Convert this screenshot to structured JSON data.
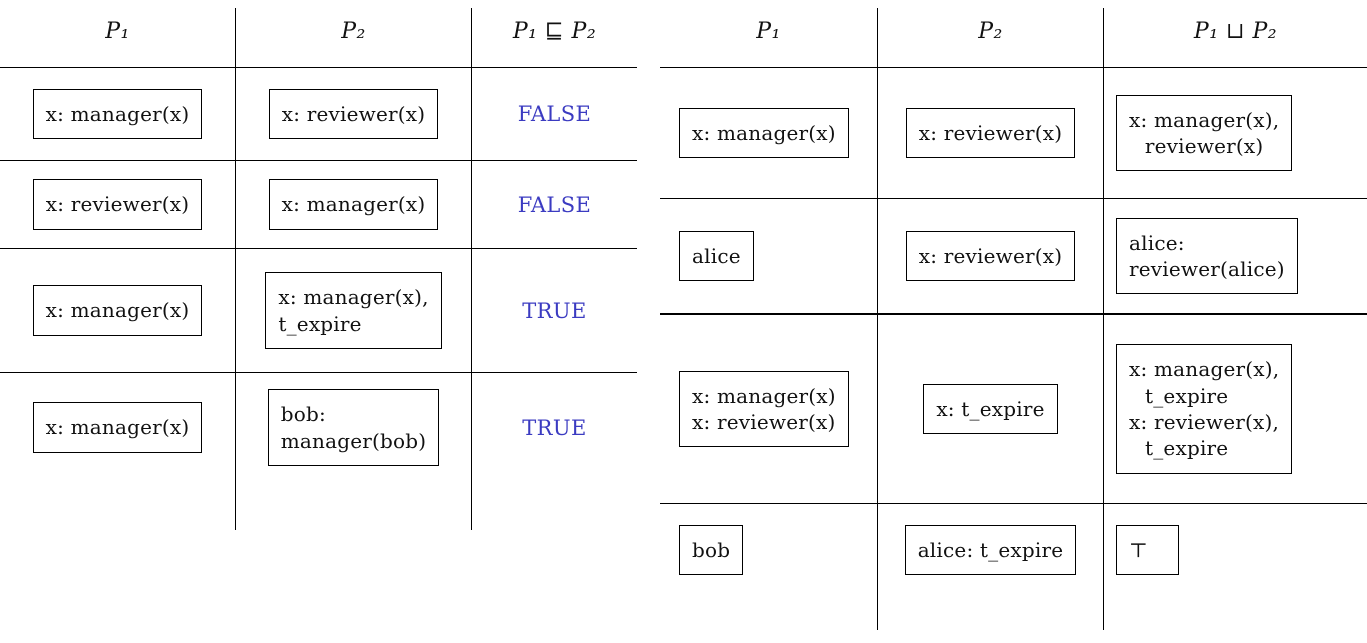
{
  "colors": {
    "verdict_blue": "#3b3bc1",
    "rule_black": "#000000"
  },
  "subsumption_table": {
    "headers": {
      "p1": "P₁",
      "p2": "P₂",
      "op": "P₁ ⊑ P₂"
    },
    "rows": [
      {
        "p1": [
          "x: manager(x)"
        ],
        "p2": [
          "x: reviewer(x)"
        ],
        "verdict": "FALSE"
      },
      {
        "p1": [
          "x: reviewer(x)"
        ],
        "p2": [
          "x: manager(x)"
        ],
        "verdict": "FALSE"
      },
      {
        "p1": [
          "x: manager(x)"
        ],
        "p2": [
          "x: manager(x),",
          "t_expire"
        ],
        "verdict": "TRUE"
      },
      {
        "p1": [
          "x: manager(x)"
        ],
        "p2": [
          "bob:",
          "manager(bob)"
        ],
        "verdict": "TRUE"
      }
    ]
  },
  "join_table": {
    "headers": {
      "p1": "P₁",
      "p2": "P₂",
      "op": "P₁ ⊔ P₂"
    },
    "rows": [
      {
        "p1": [
          "x: manager(x)"
        ],
        "p2": [
          "x: reviewer(x)"
        ],
        "result": [
          "x: manager(x),",
          "reviewer(x)"
        ]
      },
      {
        "p1": [
          "alice"
        ],
        "p2": [
          "x: reviewer(x)"
        ],
        "result": [
          "alice:",
          "reviewer(alice)"
        ]
      },
      {
        "p1": [
          "x: manager(x)",
          "x: reviewer(x)"
        ],
        "p2": [
          "x: t_expire"
        ],
        "result": [
          "x: manager(x),",
          "t_expire",
          "x: reviewer(x),",
          "t_expire"
        ]
      },
      {
        "p1": [
          "bob"
        ],
        "p2": [
          "alice: t_expire"
        ],
        "result": [
          "⊤"
        ]
      }
    ]
  }
}
